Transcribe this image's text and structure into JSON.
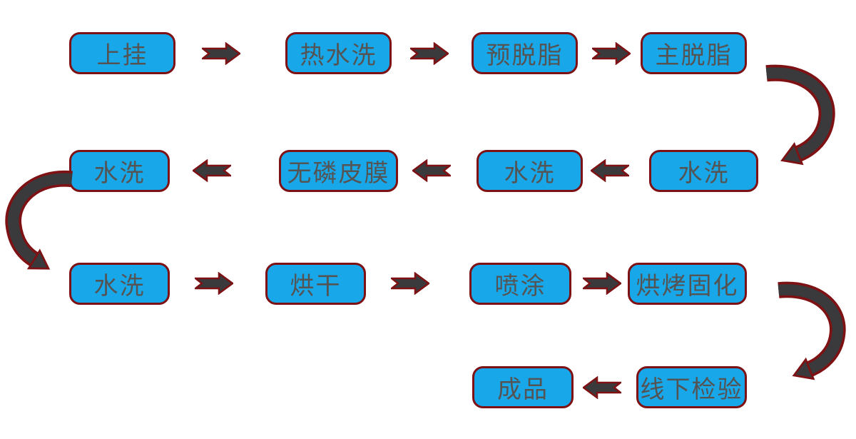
{
  "colors": {
    "background": "#FFFFFF",
    "box_fill": "#18A8EA",
    "box_border": "#7E1113",
    "box_text": "#545454",
    "arrow_fill": "#3A3A3C",
    "arrow_border": "#7E1113"
  },
  "nodes": [
    {
      "label": "上挂"
    },
    {
      "label": "热水洗"
    },
    {
      "label": "预脱脂"
    },
    {
      "label": "主脱脂"
    },
    {
      "label": "水洗"
    },
    {
      "label": "无磷皮膜"
    },
    {
      "label": "水洗"
    },
    {
      "label": "水洗"
    },
    {
      "label": "水洗"
    },
    {
      "label": "烘干"
    },
    {
      "label": "喷涂"
    },
    {
      "label": "烘烤固化"
    },
    {
      "label": "成品"
    },
    {
      "label": "线下检验"
    }
  ],
  "flow_sequence": [
    "上挂",
    "热水洗",
    "预脱脂",
    "主脱脂",
    "水洗",
    "水洗",
    "无磷皮膜",
    "水洗",
    "水洗",
    "烘干",
    "喷涂",
    "烘烤固化",
    "线下检验",
    "成品"
  ]
}
